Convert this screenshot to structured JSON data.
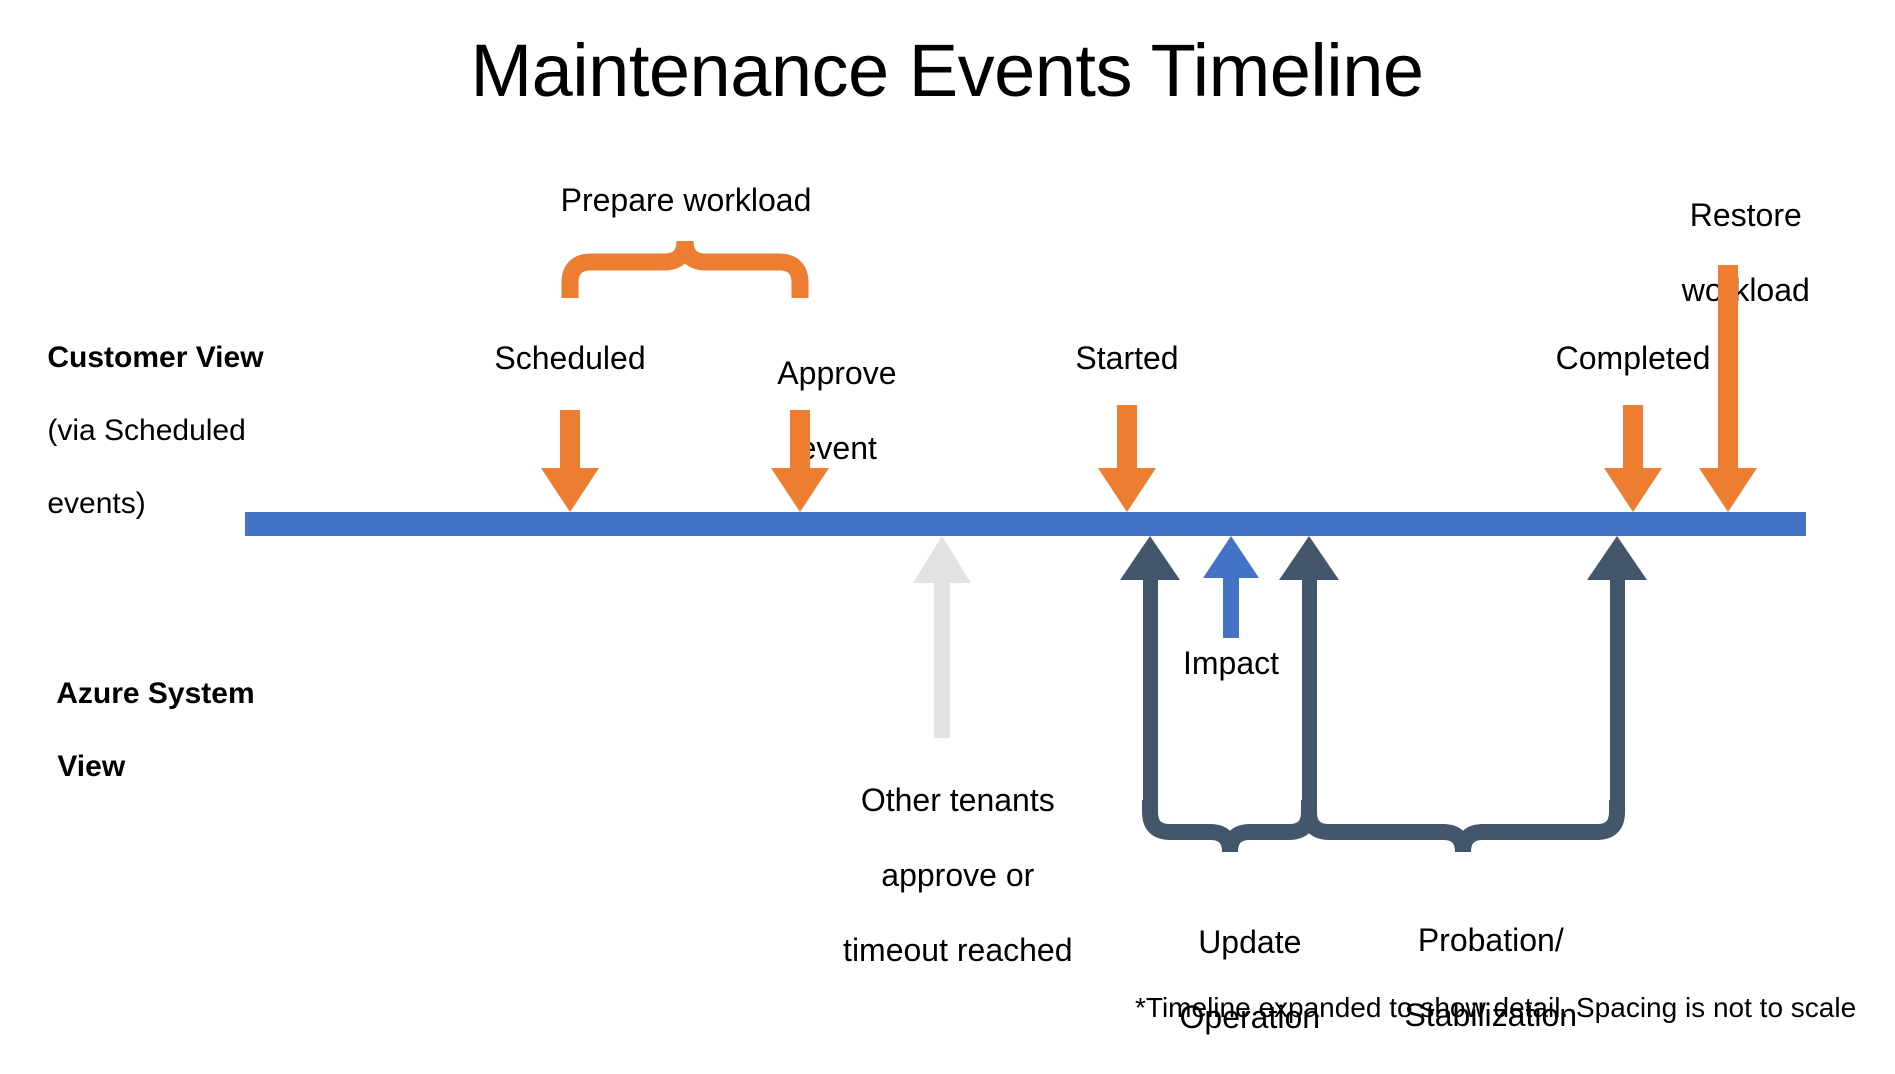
{
  "title": "Maintenance Events Timeline",
  "colors": {
    "orange": "#ED7D31",
    "timeline_blue": "#4472C4",
    "navy": "#44566C",
    "impact_blue": "#4472C4",
    "grey": "#E0E0E0",
    "text": "#000000"
  },
  "lanes": {
    "customer": {
      "title": "Customer View",
      "subtitle_line1": "(via Scheduled",
      "subtitle_line2": "events)"
    },
    "azure": {
      "title_line1": "Azure System",
      "title_line2": "View"
    }
  },
  "customer_events": [
    {
      "name": "prepare-workload-brace-label",
      "label": "Prepare workload"
    },
    {
      "name": "scheduled",
      "label": "Scheduled"
    },
    {
      "name": "approve-event",
      "label_line1": "Approve",
      "label_line2": "event"
    },
    {
      "name": "started",
      "label": "Started"
    },
    {
      "name": "completed",
      "label": "Completed"
    },
    {
      "name": "restore-workload",
      "label_line1": "Restore",
      "label_line2": "workload"
    }
  ],
  "azure_events": [
    {
      "name": "other-tenants",
      "label_line1": "Other tenants",
      "label_line2": "approve or",
      "label_line3": "timeout reached"
    },
    {
      "name": "impact",
      "label": "Impact"
    },
    {
      "name": "update-operation",
      "label_line1": "Update",
      "label_line2": "Operation"
    },
    {
      "name": "probation-stabilization",
      "label_line1": "Probation/",
      "label_line2": "Stabilization"
    }
  ],
  "footnote": "*Timeline expanded to show detail. Spacing is not to scale"
}
